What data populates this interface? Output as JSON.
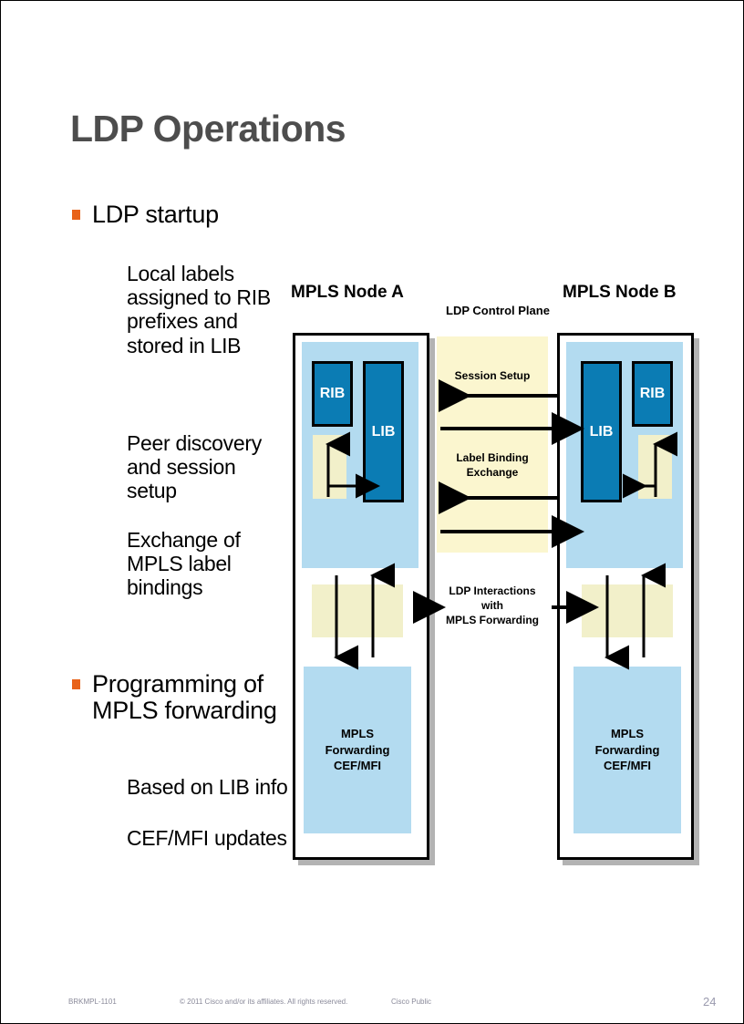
{
  "slide": {
    "title": "LDP Operations",
    "number": "24"
  },
  "bullets": [
    {
      "level": 1,
      "text": "LDP startup",
      "marker_color": "#e8631a"
    },
    {
      "level": 2,
      "text": "Local labels assigned to RIB prefixes and stored in LIB"
    },
    {
      "level": 2,
      "text": "Peer discovery and session setup"
    },
    {
      "level": 2,
      "text": "Exchange of MPLS label bindings"
    },
    {
      "level": 1,
      "text": "Programming of MPLS forwarding",
      "marker_color": "#e8631a"
    },
    {
      "level": 2,
      "text": "Based on LIB info"
    },
    {
      "level": 2,
      "text": "CEF/MFI updates"
    }
  ],
  "diagram": {
    "headings": {
      "node_a": "MPLS Node A",
      "node_b": "MPLS Node B",
      "control_plane": "LDP Control Plane"
    },
    "node_a": {
      "rib_label": "RIB",
      "lib_label": "LIB",
      "forwarding_label": "MPLS\nForwarding\nCEF/MFI",
      "forwarding_lines": [
        "MPLS",
        "Forwarding",
        "CEF/MFI"
      ]
    },
    "node_b": {
      "rib_label": "RIB",
      "lib_label": "LIB",
      "forwarding_label": "MPLS\nForwarding\nCEF/MFI",
      "forwarding_lines": [
        "MPLS",
        "Forwarding",
        "CEF/MFI"
      ]
    },
    "messages": [
      {
        "label": "Session Setup",
        "direction_pair": [
          "left",
          "right"
        ]
      },
      {
        "label_line1": "Label Binding",
        "label_line2": "Exchange",
        "direction_pair": [
          "left",
          "right"
        ]
      }
    ],
    "session_setup_label": "Session Setup",
    "label_binding_line1": "Label Binding",
    "label_binding_line2": "Exchange",
    "ldp_interactions_line1": "LDP Interactions",
    "ldp_interactions_line2": "with",
    "ldp_interactions_line3": "MPLS Forwarding",
    "colors": {
      "db_box": "#0b7cb4",
      "panel": "#b3dbf0",
      "center_band": "#fbf6cf",
      "yellow_block": "#f2f0ca",
      "frame_border": "#000000",
      "shadow": "#b3b3b3"
    }
  },
  "footer": {
    "code": "BRKMPL-1101",
    "copyright": "© 2011 Cisco and/or its affiliates. All rights reserved.",
    "classification": "Cisco Public",
    "page_number": "24"
  }
}
